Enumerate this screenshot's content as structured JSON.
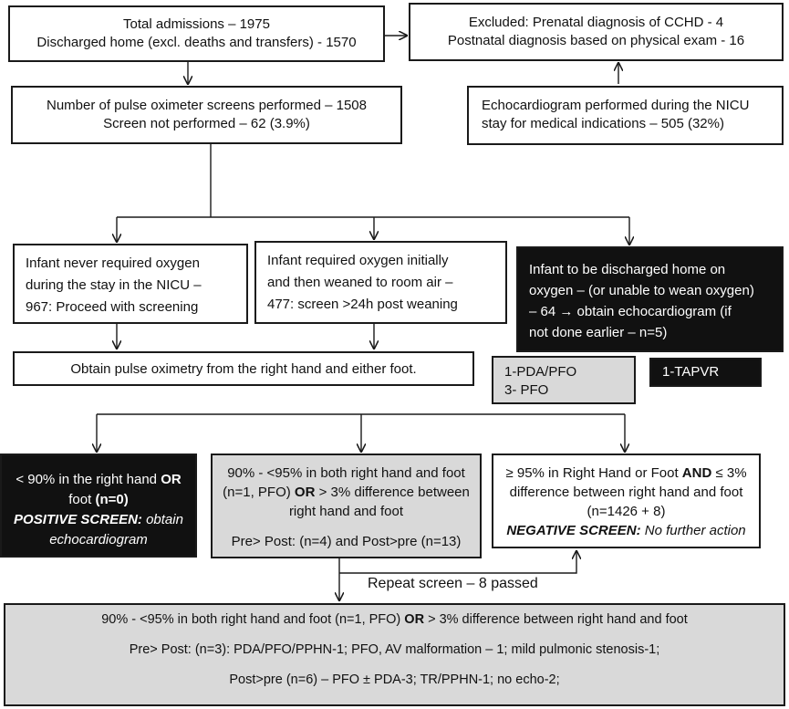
{
  "boxes": {
    "total_admissions": {
      "line1": "Total admissions – 1975",
      "line2": "Discharged home (excl. deaths and transfers) - 1570"
    },
    "excluded": {
      "line1": "Excluded: Prenatal diagnosis of CCHD - 4",
      "line2": "Postnatal diagnosis based on physical exam - 16"
    },
    "screens_performed": {
      "line1": "Number of pulse oximeter screens performed – 1508",
      "line2": "Screen not performed – 62 (3.9%)"
    },
    "echo_performed": {
      "line1": "Echocardiogram performed during the NICU",
      "line2": "stay for medical indications – 505 (32%)"
    },
    "never_oxygen": {
      "line1": "Infant never required oxygen",
      "line2": "during the stay in the NICU –",
      "line3": "967: Proceed with screening"
    },
    "weaned_oxygen": {
      "line1": "Infant required oxygen initially",
      "line2": "and then weaned to room air –",
      "line3": "477: screen >24h post weaning"
    },
    "discharged_oxygen": {
      "line1": "Infant to be discharged home on",
      "line2": "oxygen – (or unable to wean oxygen)",
      "line3": "– 64 → obtain echocardiogram (if",
      "line4": "not done earlier – n=5)"
    },
    "obtain_pulse_ox": {
      "text": "Obtain pulse oximetry from the right hand and either foot."
    },
    "pda_pfo": {
      "line1": "1-PDA/PFO",
      "line2": "3- PFO"
    },
    "tapvr": {
      "text": "1-TAPVR"
    },
    "positive_screen": {
      "line1_a": "< 90% in the right hand ",
      "line1_b": "OR",
      "line2_a": "foot ",
      "line2_b": "(n=0)",
      "line3_a": "POSITIVE SCREEN:",
      "line3_b": " obtain",
      "line4": "echocardiogram"
    },
    "intermediate": {
      "line1": "90% - <95% in both right hand and foot",
      "line2_a": "(n=1, PFO) ",
      "line2_b": "OR",
      "line2_c": " > 3% difference between",
      "line3": "right hand and foot",
      "line4": "Pre> Post: (n=4) and Post>pre (n=13)"
    },
    "negative_screen": {
      "line1_a": "≥ 95% in Right Hand or Foot ",
      "line1_b": "AND",
      "line1_c": " ≤ 3%",
      "line2": "difference between right hand and foot",
      "line3": "(n=1426 + 8)",
      "line4_a": "NEGATIVE SCREEN:",
      "line4_b": " No further action"
    },
    "repeat_screen": {
      "text": "Repeat screen – 8 passed"
    },
    "repeat_result": {
      "line1_a": "90% - <95% in both right hand and foot (n=1, PFO) ",
      "line1_b": "OR",
      "line1_c": " > 3% difference between right hand and foot",
      "line2": "Pre> Post: (n=3): PDA/PFO/PPHN-1; PFO, AV malformation – 1; mild pulmonic stenosis-1;",
      "line3": "Post>pre (n=6) – PFO ± PDA-3; TR/PPHN-1; no echo-2;"
    }
  },
  "colors": {
    "dark_box": "#111111",
    "gray_box": "#d9d9d9",
    "stroke": "#1a1a1a"
  }
}
